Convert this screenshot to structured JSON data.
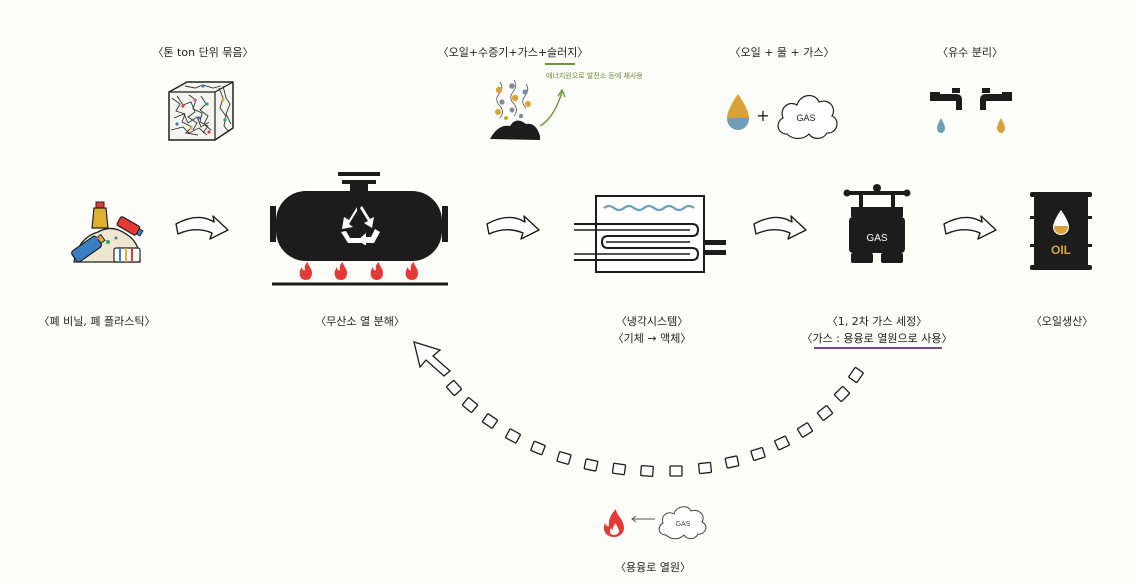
{
  "colors": {
    "accent_green": "#6b9a3a",
    "accent_purple": "#7a4a8a",
    "flame_red": "#e53935",
    "oil_amber": "#d9a33a",
    "water_blue": "#6f9fb7",
    "ink": "#1c1c1c"
  },
  "labels": {
    "ton_bundle": "〈톤 ton 단위 묶음〉",
    "byproducts": "〈오일+수증기+가스+슬러지〉",
    "reuse_note": "에너지원으로 발전소 등에 재사용",
    "oil_water_gas": "〈오일 + 물 + 가스〉",
    "oil_water_separation": "〈유수 분리〉",
    "waste_plastic": "〈폐 비닐, 폐 플라스틱〉",
    "pyrolysis": "〈무산소 열 분해〉",
    "cooling_system": "〈냉각시스템〉",
    "gas_to_liquid": "〈기체 → 액체〉",
    "gas_cleaning": "〈1, 2차 가스 세정〉",
    "gas_reuse": "〈가스 : 용융로 열원으로 사용〉",
    "oil_production": "〈오일생산〉",
    "melting_furnace_heat": "〈용융로 열원〉"
  },
  "icon_text": {
    "gas_cloud": "GAS",
    "gas_tank": "GAS",
    "oil_barrel": "OIL",
    "plus": "+"
  },
  "icons": [
    "bale-icon",
    "sludge-particles-icon",
    "oil-water-drop-icon",
    "gas-cloud-icon",
    "faucets-icon",
    "plastic-waste-icon",
    "pyrolysis-reactor-icon",
    "recycle-icon",
    "condenser-icon",
    "gas-scrubber-icon",
    "oil-barrel-icon",
    "flame-icon",
    "arrow-icon"
  ]
}
